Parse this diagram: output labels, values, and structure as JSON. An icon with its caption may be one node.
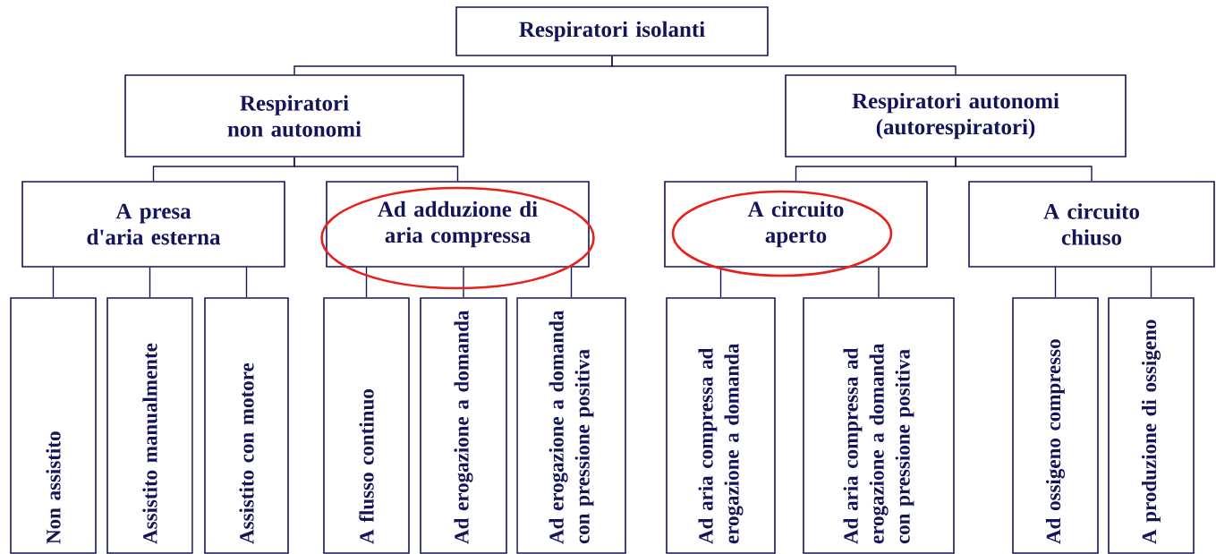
{
  "diagram": {
    "nodes": [
      {
        "text": [
          "Respiratori isolanti"
        ]
      },
      {
        "text": [
          "Respiratori non autonomi"
        ]
      },
      {
        "text": [
          "Respiratori autonomi (autorespiratori)"
        ]
      },
      {
        "text": [
          "A presa d'aria esterna"
        ]
      },
      {
        "text": [
          "Ad adduzione di aria compressa"
        ]
      },
      {
        "text": [
          "A circuito aperto"
        ]
      },
      {
        "text": [
          "A circuito chiuso"
        ]
      },
      {
        "text": [
          "Non assistito"
        ]
      },
      {
        "text": [
          "Assistito manualmente"
        ]
      },
      {
        "text": [
          "Assistito con motore"
        ]
      },
      {
        "text": [
          "A flusso continuo"
        ]
      },
      {
        "text": [
          "Ad erogazione a domanda"
        ]
      },
      {
        "text": [
          "Ad erogazione a domanda con pressione positiva"
        ]
      },
      {
        "text": [
          "Ad aria compressa ad erogazione a domanda"
        ]
      },
      {
        "text": [
          "Ad aria compressa ad erogazione a domanda con pressione positiva"
        ]
      },
      {
        "text": [
          "Ad ossigeno compresso"
        ]
      },
      {
        "text": [
          "A produzione di ossigeno"
        ]
      }
    ],
    "edges": [
      {
        "from": 0,
        "to": 1,
        "arrow": "none"
      },
      {
        "from": 0,
        "to": 2,
        "arrow": "none"
      },
      {
        "from": 1,
        "to": 3,
        "arrow": "none"
      },
      {
        "from": 1,
        "to": 4,
        "arrow": "none"
      },
      {
        "from": 2,
        "to": 5,
        "arrow": "none"
      },
      {
        "from": 2,
        "to": 6,
        "arrow": "none"
      },
      {
        "from": 3,
        "to": 7,
        "arrow": "none"
      },
      {
        "from": 3,
        "to": 8,
        "arrow": "none"
      },
      {
        "from": 3,
        "to": 9,
        "arrow": "none"
      },
      {
        "from": 4,
        "to": 10,
        "arrow": "none"
      },
      {
        "from": 4,
        "to": 11,
        "arrow": "none"
      },
      {
        "from": 4,
        "to": 12,
        "arrow": "none"
      },
      {
        "from": 5,
        "to": 13,
        "arrow": "none"
      },
      {
        "from": 5,
        "to": 14,
        "arrow": "none"
      },
      {
        "from": 6,
        "to": 15,
        "arrow": "none"
      },
      {
        "from": 6,
        "to": 16,
        "arrow": "none"
      }
    ]
  }
}
